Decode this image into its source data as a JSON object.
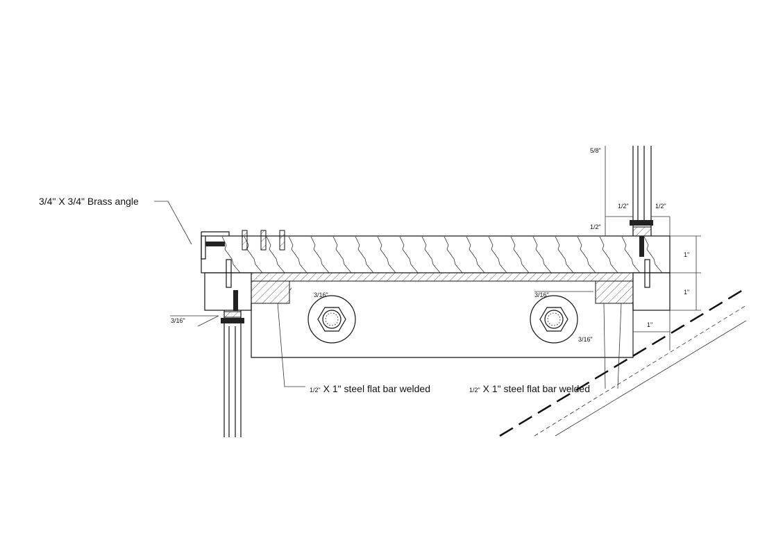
{
  "labels": {
    "brass_angle": "3/4\" X 3/4\"  Brass angle",
    "flat_bar_left_frac": "1/2\"",
    "flat_bar_left": " X 1\"  steel flat bar  welded",
    "flat_bar_right_frac": "1/2\"",
    "flat_bar_right": " X 1\"  steel flat bar  welded"
  },
  "dimensions": {
    "glass_top": "5/8\"",
    "gap_left": "1/2\"",
    "gap_right": "1/2\"",
    "height_small": "1/2\"",
    "board_top": "1\"",
    "board_bottom": "1\"",
    "overhang": "1\"",
    "weld_left": "3/16\"",
    "weld_mid": "3/16\"",
    "weld_right": "3/16\"",
    "weld_outer": "3/16\""
  }
}
